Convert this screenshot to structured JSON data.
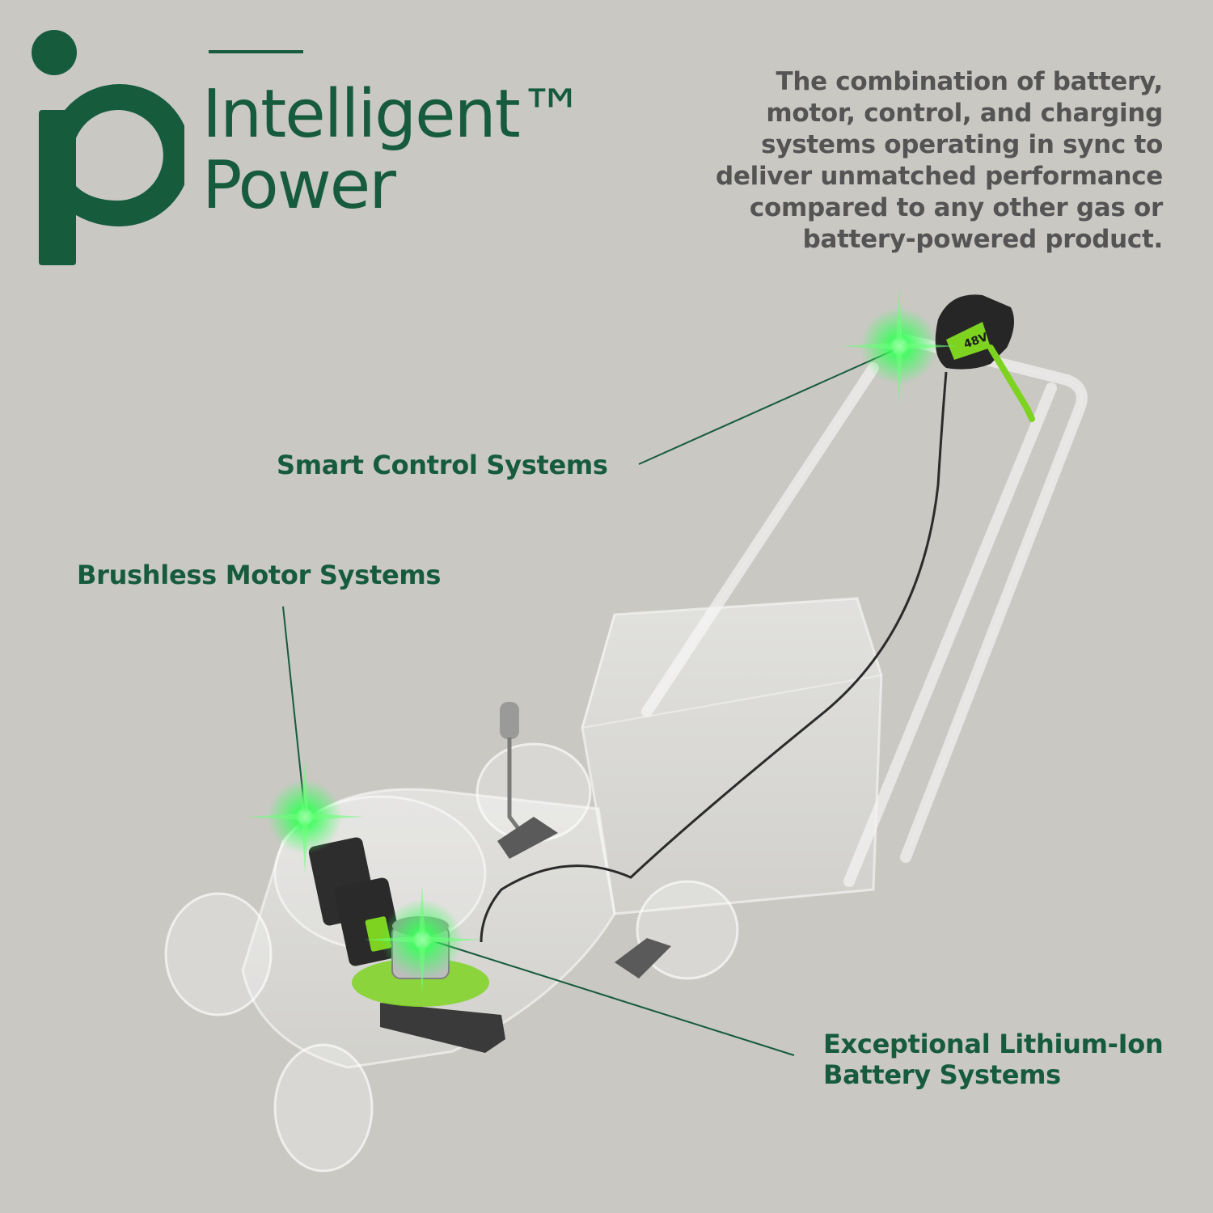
{
  "brand": {
    "line1": "Intelligent™",
    "line2": "Power",
    "logo_icon": "ip-logo-icon",
    "color": "#165b3c"
  },
  "tagline": {
    "lines": [
      "The combination of battery,",
      "motor, control, and charging",
      "systems operating in sync to",
      "deliver unmatched performance",
      "compared to any other gas or",
      "battery-powered product."
    ],
    "color": "#545454"
  },
  "callouts": {
    "smart_control": "Smart Control Systems",
    "brushless_motor": "Brushless Motor Systems",
    "battery_line1": "Exceptional Lithium-Ion",
    "battery_line2": "Battery Systems"
  },
  "control_module": {
    "voltage_badge": "48V"
  },
  "colors": {
    "background": "#c9c8c3",
    "accent_green": "#165b3c",
    "glow_green": "#39ff5a",
    "product_green": "#7ed321"
  }
}
